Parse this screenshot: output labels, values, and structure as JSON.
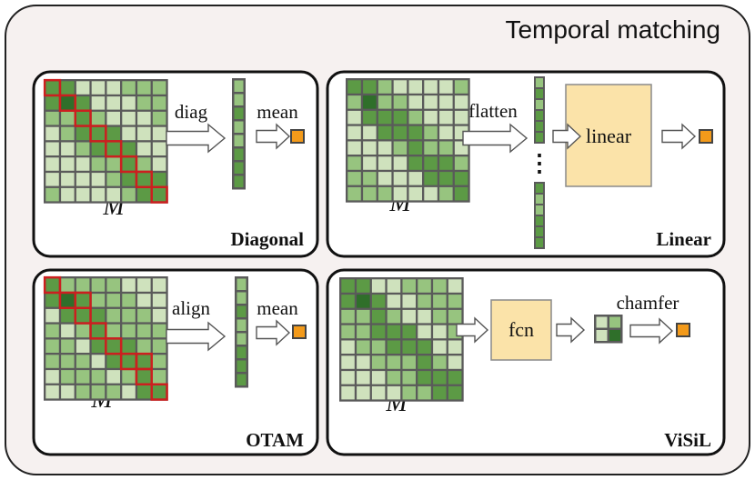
{
  "title": "Temporal matching",
  "colors": {
    "outer_bg": "#f6f1f0",
    "panel_bg": "#ffffff",
    "grid_gap": "#5a5a5a",
    "cell_light": "#cfe2bd",
    "cell_mid": "#97c47f",
    "cell_dark": "#5c9a45",
    "cell_darkest": "#2f6f2a",
    "highlight": "#cc1f1f",
    "box_fill": "#fbe3a9",
    "output": "#f39a1a"
  },
  "panels": {
    "diagonal": {
      "name": "Diagonal",
      "matrix_label": "M",
      "op_label": "diag",
      "agg_label": "mean"
    },
    "linear": {
      "name": "Linear",
      "matrix_label": "M",
      "op_label": "flatten",
      "box_label": "linear",
      "ellipsis": "⋮"
    },
    "otam": {
      "name": "OTAM",
      "matrix_label": "M",
      "op_label": "align",
      "agg_label": "mean"
    },
    "visil": {
      "name": "ViSiL",
      "matrix_label": "M",
      "box_label": "fcn",
      "agg_label": "chamfer"
    }
  }
}
